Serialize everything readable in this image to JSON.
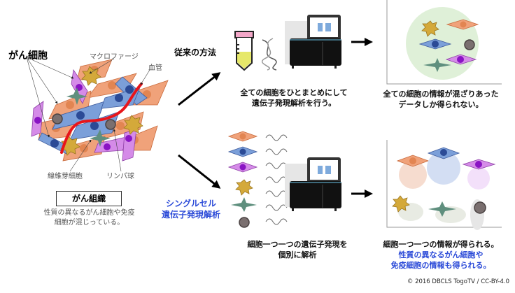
{
  "tissue": {
    "cancer_cells_label": "がん細胞",
    "macrophage_label": "マクロファージ",
    "blood_vessel_label": "血管",
    "fibroblast_label": "線維芽細胞",
    "lymphocyte_label": "リンパ球",
    "box_title": "がん組織",
    "description_line1": "性質の異なるがん細胞や免疫",
    "description_line2": "細胞が混じっている。"
  },
  "conventional": {
    "method_label": "従来の方法",
    "caption_line1": "全ての細胞をひとまとめにして",
    "caption_line2": "遺伝子発現解析を行う。",
    "result_line1": "全ての細胞の情報が混ざりあった",
    "result_line2": "データしか得られない。"
  },
  "single_cell": {
    "method_line1": "シングルセル",
    "method_line2": "遺伝子発現解析",
    "caption_line1": "細胞一つ一つの遺伝子発現を",
    "caption_line2": "個別に解析",
    "result_line1": "細胞一つ一つの情報が得られる。",
    "result_line2": "性質の異なるがん細胞や",
    "result_line3": "免疫細胞の情報も得られる。"
  },
  "credit": "© 2016 DBCLS TogoTV / CC-BY-4.0",
  "colors": {
    "accent_blue": "#2c4bd8",
    "vessel_red": "#e8151b",
    "cell_orange": "#f0a27a",
    "cell_blue": "#7b9fd9",
    "cell_purple": "#d58be8",
    "macrophage_gold": "#d4a93a",
    "fibroblast_green": "#5f8f7e",
    "lymphocyte_gray": "#7a6f6f"
  }
}
